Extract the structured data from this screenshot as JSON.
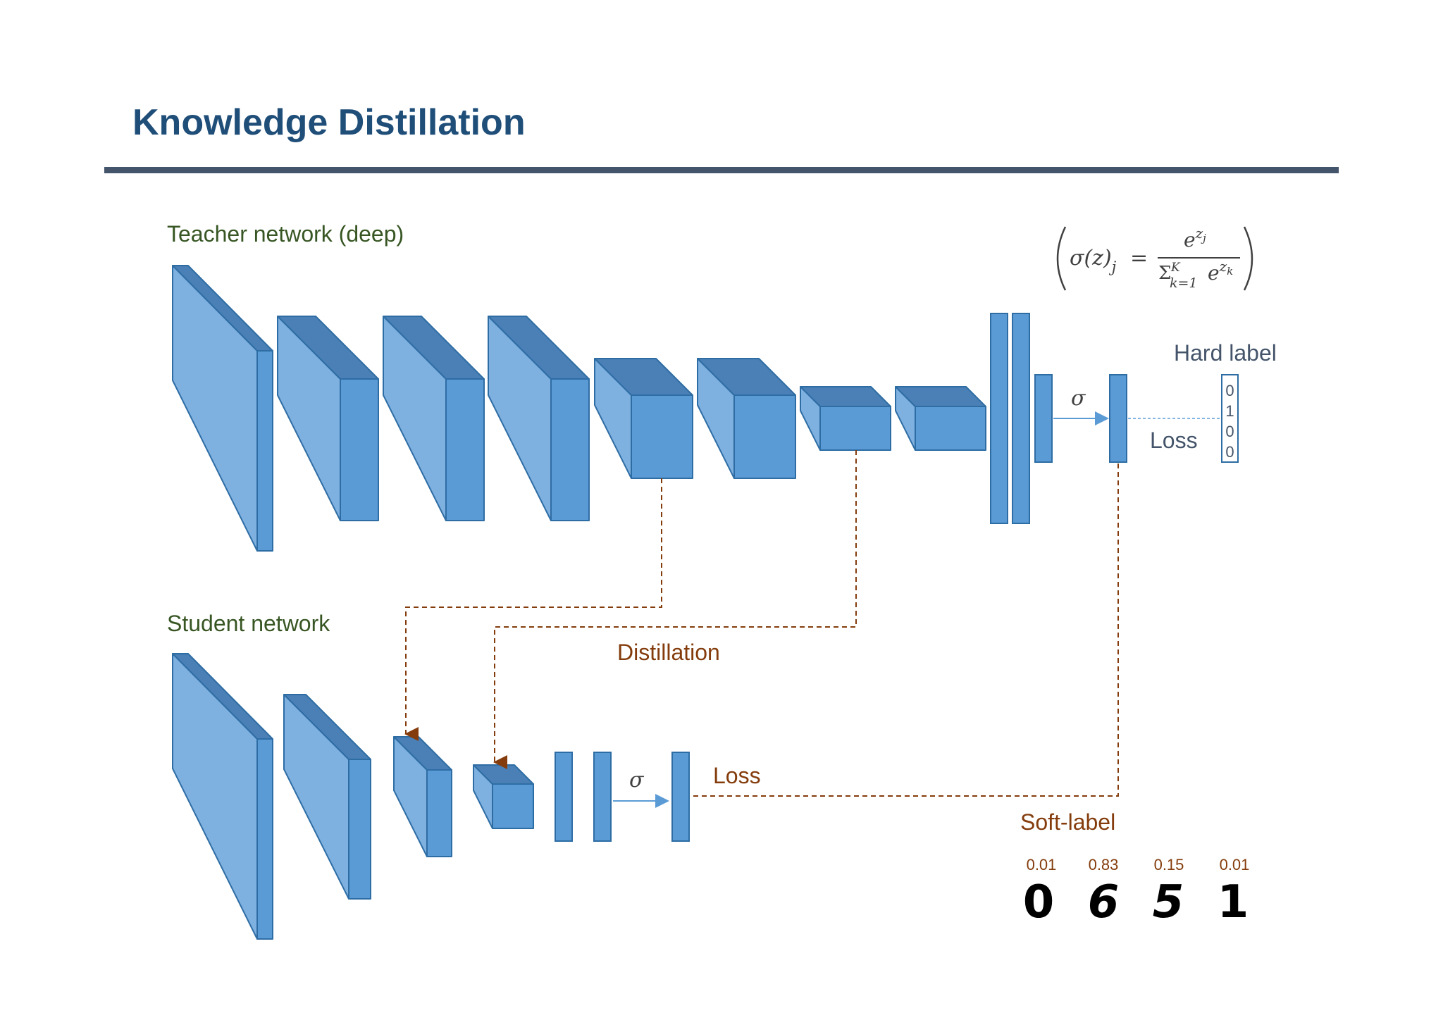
{
  "title": "Knowledge Distillation",
  "teacher_label": "Teacher network (deep)",
  "student_label": "Student network",
  "distillation_label": "Distillation",
  "sigma": "σ",
  "teacher_loss": "Loss",
  "student_loss": "Loss",
  "hard_label": {
    "title": "Hard label",
    "values": [
      "0",
      "1",
      "0",
      "0"
    ]
  },
  "soft_label": {
    "title": "Soft-label",
    "probs": [
      "0.01",
      "0.83",
      "0.15",
      "0.01"
    ],
    "digits": [
      "0",
      "6",
      "5",
      "1"
    ]
  },
  "formula": {
    "lhs": "σ(z)",
    "lhs_sub": "j",
    "equals": "=",
    "num_base": "e",
    "num_exp": "z",
    "num_exp_sub": "j",
    "den_sum": "Σ",
    "den_sup": "K",
    "den_sub": "k=1",
    "den_base": "e",
    "den_exp": "z",
    "den_exp_sub": "k"
  },
  "colors": {
    "title": "#1f4e79",
    "rule": "#44546a",
    "section_label": "#375623",
    "brown": "#843c0c",
    "block_front": "#5b9bd5",
    "block_side": "#7eb0e0",
    "block_top": "#4a80b5",
    "block_stroke": "#2e6da4",
    "arrow_blue": "#5b9bd5"
  }
}
